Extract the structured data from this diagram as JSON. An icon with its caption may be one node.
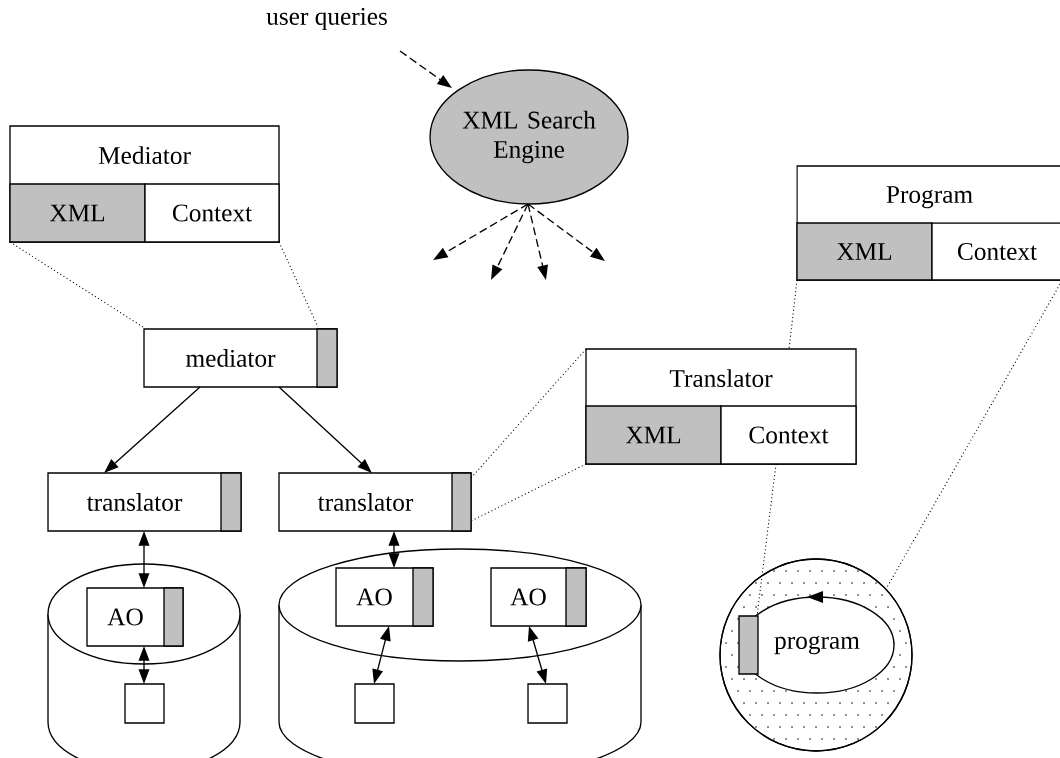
{
  "diagram": {
    "nodes": [
      {
        "text": [
          "user queries"
        ]
      },
      {
        "text": [
          "XML Search Engine"
        ]
      },
      {
        "text": [
          "Mediator"
        ]
      },
      {
        "text": [
          "XML"
        ],
        "in": 2
      },
      {
        "text": [
          "Context"
        ],
        "in": 2
      },
      {
        "text": [
          "mediator"
        ]
      },
      {
        "text": [
          "translator"
        ]
      },
      {
        "text": [
          "translator"
        ]
      },
      {
        "text": [
          "Translator"
        ]
      },
      {
        "text": [
          "XML"
        ],
        "in": 8
      },
      {
        "text": [
          "Context"
        ],
        "in": 8
      },
      {
        "text": [
          "Program"
        ]
      },
      {
        "text": [
          "XML"
        ],
        "in": 11
      },
      {
        "text": [
          "Context"
        ],
        "in": 11
      },
      {
        "text": [],
        "shape": "cylinder"
      },
      {
        "text": [
          "AO"
        ],
        "in": 14
      },
      {
        "text": [],
        "shape": "box",
        "in": 14
      },
      {
        "text": [],
        "shape": "cylinder"
      },
      {
        "text": [
          "AO"
        ],
        "in": 17
      },
      {
        "text": [
          "AO"
        ],
        "in": 17
      },
      {
        "text": [],
        "shape": "box",
        "in": 17
      },
      {
        "text": [],
        "shape": "box",
        "in": 17
      },
      {
        "text": [],
        "shape": "circle"
      },
      {
        "text": [
          "program"
        ],
        "in": 22
      }
    ],
    "edges": [
      {
        "from": 0,
        "to": 1,
        "arrow": "to",
        "style": "dashed"
      },
      {
        "from": 1,
        "to": null,
        "arrow": "to",
        "style": "dashed"
      },
      {
        "from": 1,
        "to": null,
        "arrow": "to",
        "style": "dashed"
      },
      {
        "from": 1,
        "to": null,
        "arrow": "to",
        "style": "dashed"
      },
      {
        "from": 1,
        "to": null,
        "arrow": "to",
        "style": "dashed"
      },
      {
        "from": 2,
        "to": 5,
        "arrow": "none",
        "style": "dashed"
      },
      {
        "from": 2,
        "to": 5,
        "arrow": "none",
        "style": "dashed"
      },
      {
        "from": 5,
        "to": 6,
        "arrow": "to"
      },
      {
        "from": 5,
        "to": 7,
        "arrow": "to"
      },
      {
        "from": 8,
        "to": 7,
        "arrow": "none",
        "style": "dashed"
      },
      {
        "from": 8,
        "to": 7,
        "arrow": "none",
        "style": "dashed"
      },
      {
        "from": 11,
        "to": 8,
        "arrow": "none",
        "style": "dashed"
      },
      {
        "from": 11,
        "to": 22,
        "arrow": "none",
        "style": "dashed"
      },
      {
        "from": 8,
        "to": 23,
        "arrow": "none",
        "style": "dashed"
      },
      {
        "from": 6,
        "to": 15,
        "arrow": "both"
      },
      {
        "from": 15,
        "to": 16,
        "arrow": "both"
      },
      {
        "from": 7,
        "to": 18,
        "arrow": "both"
      },
      {
        "from": 18,
        "to": 20,
        "arrow": "both"
      },
      {
        "from": 19,
        "to": 21,
        "arrow": "both"
      }
    ]
  }
}
